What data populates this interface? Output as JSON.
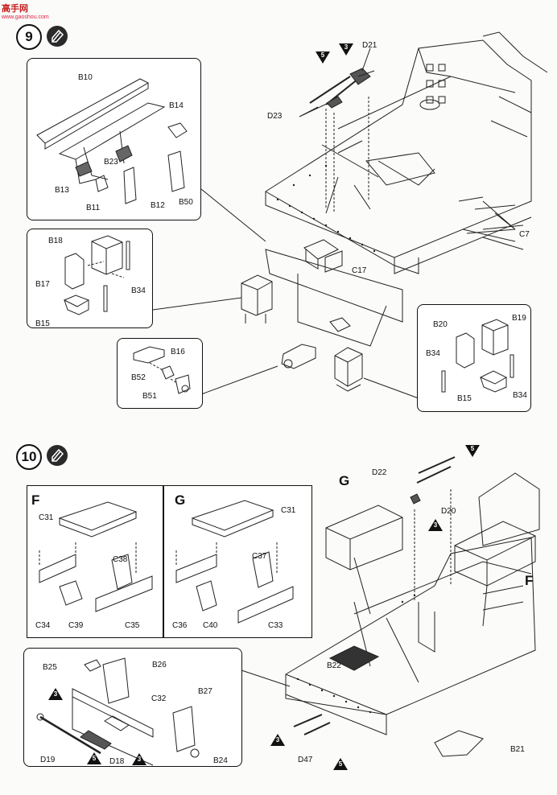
{
  "watermark": {
    "text": "高手网",
    "url_text": "www.gaoshou.com"
  },
  "step9": {
    "number": "9",
    "labels": {
      "d21": "D21",
      "d23": "D23",
      "c7": "C7",
      "c17": "C17",
      "b10": "B10",
      "b14": "B14",
      "b23": "B23",
      "b13": "B13",
      "b11": "B11",
      "b12": "B12",
      "b50": "B50",
      "b18": "B18",
      "b17": "B17",
      "b34": "B34",
      "b15": "B15",
      "b16": "B16",
      "b52": "B52",
      "b51": "B51",
      "b20": "B20",
      "b19": "B19",
      "b34r": "B34",
      "b15r": "B15",
      "b34r2": "B34"
    },
    "tags": {
      "t5": "5",
      "t3": "3"
    }
  },
  "step10": {
    "number": "10",
    "labels": {
      "g": "G",
      "f": "F",
      "d22": "D22",
      "d20": "D20",
      "b22": "B22",
      "b21": "B21",
      "panel_f": "F",
      "c31f": "C31",
      "c38": "C38",
      "c34": "C34",
      "c39": "C39",
      "c35": "C35",
      "panel_g": "G",
      "c31g": "C31",
      "c37": "C37",
      "c36": "C36",
      "c40": "C40",
      "c33": "C33",
      "b25": "B25",
      "b26": "B26",
      "c32": "C32",
      "b27": "B27",
      "d19": "D19",
      "d18": "D18",
      "b24": "B24",
      "d47": "D47"
    },
    "tags": {
      "t5a": "5",
      "t3a": "3",
      "t3b": "3",
      "t5b": "5",
      "t3c": "3",
      "t3d": "3",
      "t5c": "5"
    }
  }
}
